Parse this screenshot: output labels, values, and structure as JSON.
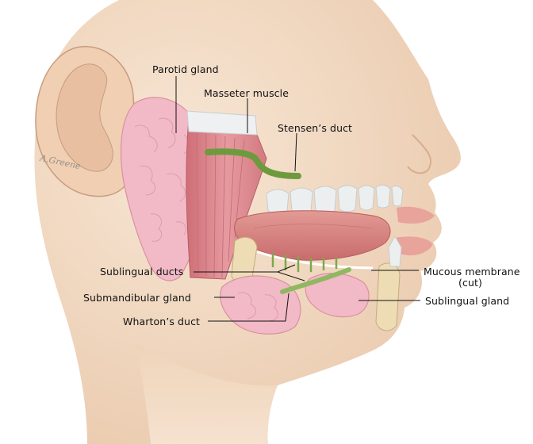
{
  "labels": {
    "parotid_gland": "Parotid gland",
    "masseter_muscle": "Masseter muscle",
    "stensens_duct": "Stensen’s duct",
    "sublingual_ducts": "Sublingual ducts",
    "submandibular_gland": "Submandibular gland",
    "whartons_duct": "Wharton’s duct",
    "mucous_membrane": "Mucous membrane",
    "mucous_membrane_note": "(cut)",
    "sublingual_gland": "Sublingual gland"
  },
  "signature": "A.Greene",
  "colors": {
    "skin": "#f3dcc5",
    "skin_shadow": "#e6c3a6",
    "gland": "#f2b9c7",
    "muscle": "#d87f86",
    "duct": "#7ea84a",
    "tongue": "#d9817f",
    "tooth": "#ecefef",
    "bone": "#eedcb4",
    "leader": "#111111"
  }
}
